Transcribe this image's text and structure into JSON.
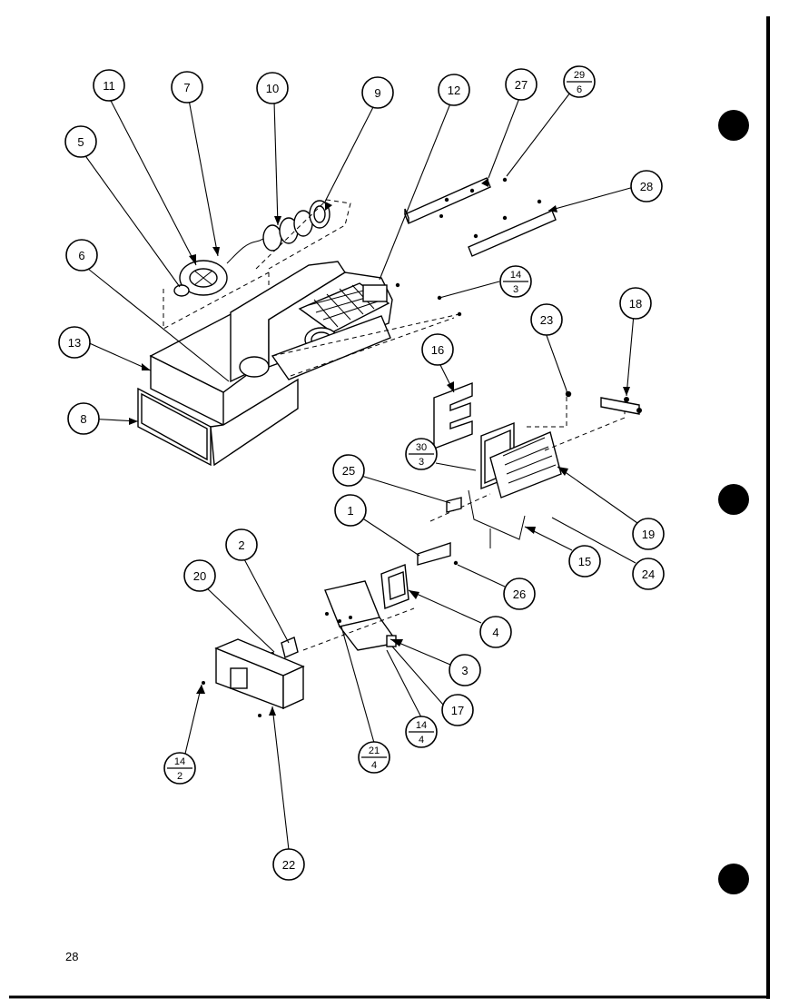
{
  "page_number": "28",
  "callouts": [
    {
      "id": "c11",
      "top": "11",
      "bottom": ""
    },
    {
      "id": "c7",
      "top": "7",
      "bottom": ""
    },
    {
      "id": "c10",
      "top": "10",
      "bottom": ""
    },
    {
      "id": "c9",
      "top": "9",
      "bottom": ""
    },
    {
      "id": "c12",
      "top": "12",
      "bottom": ""
    },
    {
      "id": "c27",
      "top": "27",
      "bottom": ""
    },
    {
      "id": "c29",
      "top": "29",
      "bottom": "6"
    },
    {
      "id": "c5",
      "top": "5",
      "bottom": ""
    },
    {
      "id": "c28",
      "top": "28",
      "bottom": ""
    },
    {
      "id": "c6",
      "top": "6",
      "bottom": ""
    },
    {
      "id": "c14a",
      "top": "14",
      "bottom": "3"
    },
    {
      "id": "c18",
      "top": "18",
      "bottom": ""
    },
    {
      "id": "c23",
      "top": "23",
      "bottom": ""
    },
    {
      "id": "c13",
      "top": "13",
      "bottom": ""
    },
    {
      "id": "c16",
      "top": "16",
      "bottom": ""
    },
    {
      "id": "c8",
      "top": "8",
      "bottom": ""
    },
    {
      "id": "c30",
      "top": "30",
      "bottom": "3"
    },
    {
      "id": "c25",
      "top": "25",
      "bottom": ""
    },
    {
      "id": "c19",
      "top": "19",
      "bottom": ""
    },
    {
      "id": "c1",
      "top": "1",
      "bottom": ""
    },
    {
      "id": "c15",
      "top": "15",
      "bottom": ""
    },
    {
      "id": "c24",
      "top": "24",
      "bottom": ""
    },
    {
      "id": "c2",
      "top": "2",
      "bottom": ""
    },
    {
      "id": "c20",
      "top": "20",
      "bottom": ""
    },
    {
      "id": "c26",
      "top": "26",
      "bottom": ""
    },
    {
      "id": "c4",
      "top": "4",
      "bottom": ""
    },
    {
      "id": "c3",
      "top": "3",
      "bottom": ""
    },
    {
      "id": "c17",
      "top": "17",
      "bottom": ""
    },
    {
      "id": "c14b",
      "top": "14",
      "bottom": "4"
    },
    {
      "id": "c21",
      "top": "21",
      "bottom": "4"
    },
    {
      "id": "c14c",
      "top": "14",
      "bottom": "2"
    },
    {
      "id": "c22",
      "top": "22",
      "bottom": ""
    }
  ]
}
